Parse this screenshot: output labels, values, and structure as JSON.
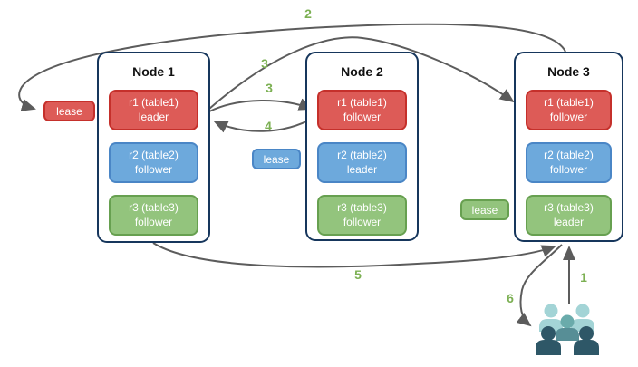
{
  "diagram": {
    "type": "cluster-replication-flow",
    "nodes": [
      {
        "title": "Node 1",
        "replicas": [
          {
            "name": "r1 (table1)",
            "role": "leader",
            "color_name": "red"
          },
          {
            "name": "r2 (table2)",
            "role": "follower",
            "color_name": "blue"
          },
          {
            "name": "r3 (table3)",
            "role": "follower",
            "color_name": "green"
          }
        ]
      },
      {
        "title": "Node 2",
        "replicas": [
          {
            "name": "r1 (table1)",
            "role": "follower",
            "color_name": "red"
          },
          {
            "name": "r2 (table2)",
            "role": "leader",
            "color_name": "blue"
          },
          {
            "name": "r3 (table3)",
            "role": "follower",
            "color_name": "green"
          }
        ]
      },
      {
        "title": "Node 3",
        "replicas": [
          {
            "name": "r1 (table1)",
            "role": "follower",
            "color_name": "red"
          },
          {
            "name": "r2 (table2)",
            "role": "follower",
            "color_name": "blue"
          },
          {
            "name": "r3 (table3)",
            "role": "leader",
            "color_name": "green"
          }
        ]
      }
    ],
    "leases": [
      {
        "label": "lease",
        "color": "#dd5b57"
      },
      {
        "label": "lease",
        "color": "#6da9dc"
      },
      {
        "label": "lease",
        "color": "#93c47d"
      }
    ],
    "flow_steps": [
      {
        "label": "1"
      },
      {
        "label": "2"
      },
      {
        "label": "3"
      },
      {
        "label": "3"
      },
      {
        "label": "4"
      },
      {
        "label": "5"
      },
      {
        "label": "6"
      }
    ],
    "icons": {
      "users": "user-group-icon"
    },
    "colors": {
      "red_fill": "#dd5b57",
      "red_border": "#c5302b",
      "blue_fill": "#6da9dc",
      "blue_border": "#4a86c6",
      "green_fill": "#93c47d",
      "green_border": "#67a050",
      "node_border": "#16365c",
      "arrow": "#5c5c5c",
      "step_label": "#7cb053",
      "user_light": "#a3d4d6",
      "user_mid": "#6aabab",
      "user_dark": "#2e5767"
    }
  }
}
